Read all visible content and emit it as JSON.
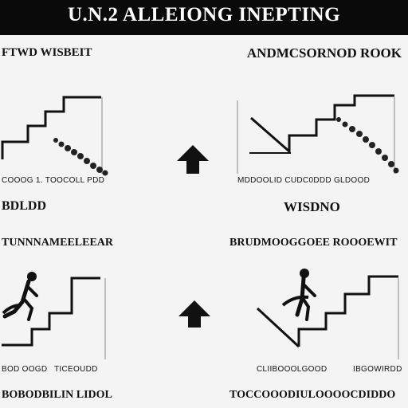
{
  "banner": {
    "title": "U.N.2 ALLEIONG INEPTING"
  },
  "top_left": {
    "heading": "FTWD WISBEIT",
    "caption": "COOOG 1. TOOCOLL PDD"
  },
  "top_right": {
    "heading": "ANDMCSORNOD ROOK",
    "caption": "MDDOOLID CUDC0DDD GLDOOD"
  },
  "mid_left": {
    "label": "BDLDD"
  },
  "mid_right": {
    "label": "WISDNO"
  },
  "bottom_left": {
    "heading": "TUNNNAMEELEEARY",
    "caption_a": "BOD OOGD",
    "caption_b": "TICEOUDD"
  },
  "bottom_right": {
    "heading": "BRUDMOOGGOEE ROOOEWIT",
    "caption_a": "CLIIBOOOLGOOD",
    "caption_b": "IBGOWIRDD"
  },
  "footer": {
    "left": "BOBODBILIN LIDOL",
    "right": "TOCCOOODIULOOOOCDIDDO"
  },
  "colors": {
    "banner": "#0a0a0a",
    "ink": "#111111",
    "paper": "#f4f4f4"
  }
}
